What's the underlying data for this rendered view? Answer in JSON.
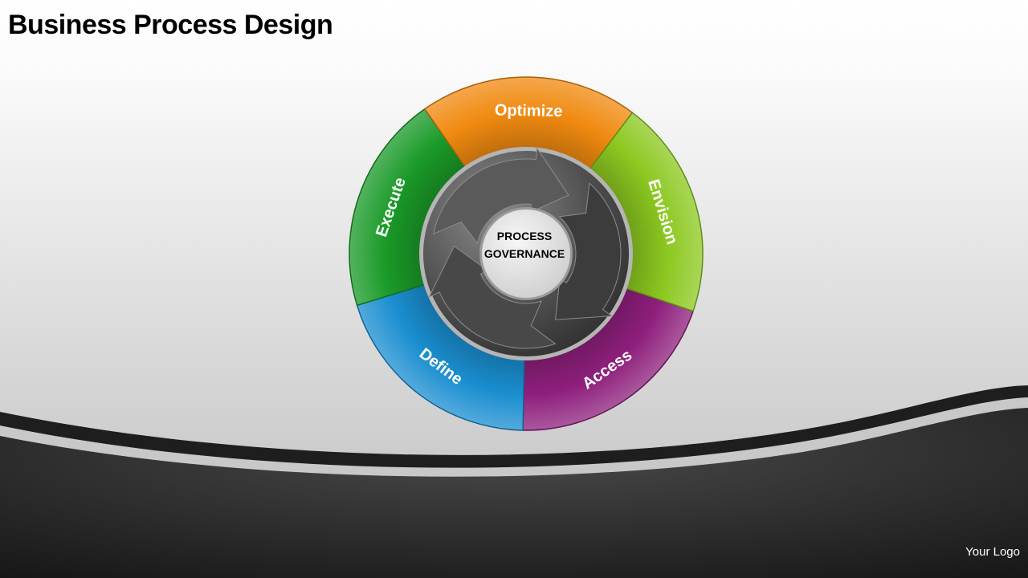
{
  "slide": {
    "title": "Business Process Design",
    "logo_text": "Your Logo"
  },
  "diagram": {
    "center_label_line1": "PROCESS",
    "center_label_line2": "GOVERNANCE",
    "segments": [
      {
        "label": "Access",
        "color": "#8e1f7c"
      },
      {
        "label": "Define",
        "color": "#1a8ed0"
      },
      {
        "label": "Execute",
        "color": "#1a9a28"
      },
      {
        "label": "Optimize",
        "color": "#f08a10"
      },
      {
        "label": "Envision",
        "color": "#8cc820"
      }
    ],
    "arrows": [
      "arrow-icon",
      "arrow-icon",
      "arrow-icon"
    ]
  }
}
